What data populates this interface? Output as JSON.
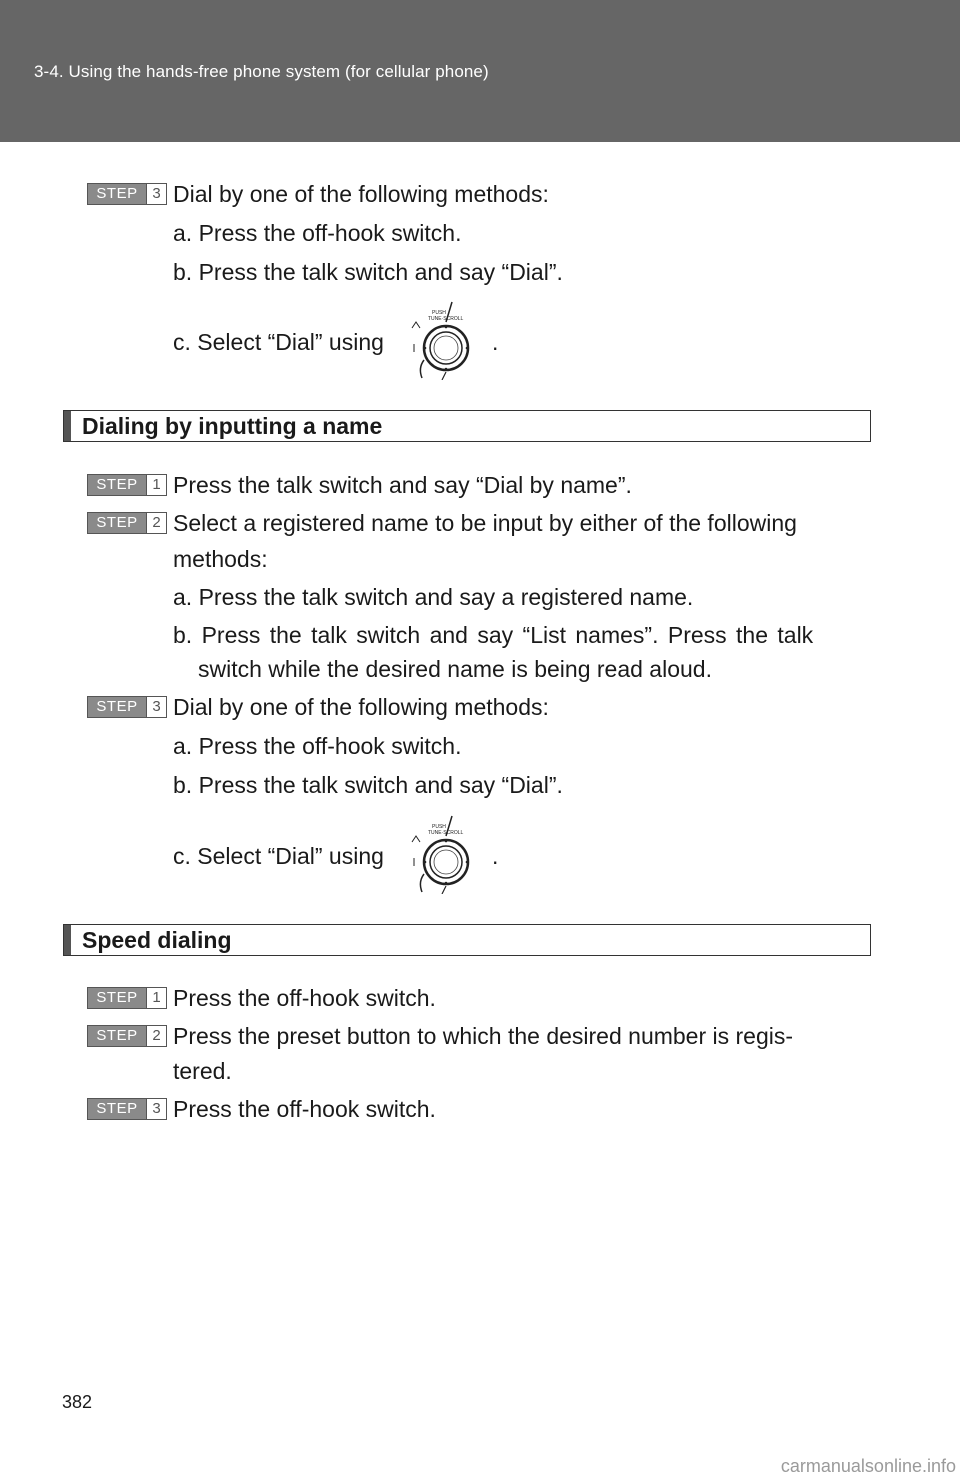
{
  "header": {
    "title": "3-4. Using the hands-free phone system (for cellular phone)"
  },
  "step_word": "STEP",
  "knob_icon": "tune-scroll-knob-icon",
  "intro": {
    "step3": {
      "num": "3",
      "text": "Dial by one of the following methods:",
      "a": "a. Press the off-hook switch.",
      "b": "b. Press the talk switch and say “Dial”.",
      "c_before": "c. Select “Dial” using",
      "c_after": "."
    }
  },
  "dialing_by_name": {
    "heading": "Dialing by inputting a name",
    "step1": {
      "num": "1",
      "text": "Press the talk switch and say “Dial by name”."
    },
    "step2": {
      "num": "2",
      "line1": "Select a registered name to be input by either of the following",
      "line2": "methods:",
      "a": "a. Press the talk switch and say a registered name.",
      "b_line1": "b. Press the talk switch and say “List names”. Press the talk",
      "b_line2": "switch while the desired name is being read aloud."
    },
    "step3": {
      "num": "3",
      "text": "Dial by one of the following methods:",
      "a": "a. Press the off-hook switch.",
      "b": "b. Press the talk switch and say “Dial”.",
      "c_before": "c. Select “Dial” using",
      "c_after": "."
    }
  },
  "speed_dialing": {
    "heading": "Speed dialing",
    "step1": {
      "num": "1",
      "text": "Press the off-hook switch."
    },
    "step2": {
      "num": "2",
      "line1": "Press the preset button to which the desired number is regis-",
      "line2": "tered."
    },
    "step3": {
      "num": "3",
      "text": "Press the off-hook switch."
    }
  },
  "footer": {
    "page_number": "382",
    "watermark": "carmanualsonline.info"
  }
}
